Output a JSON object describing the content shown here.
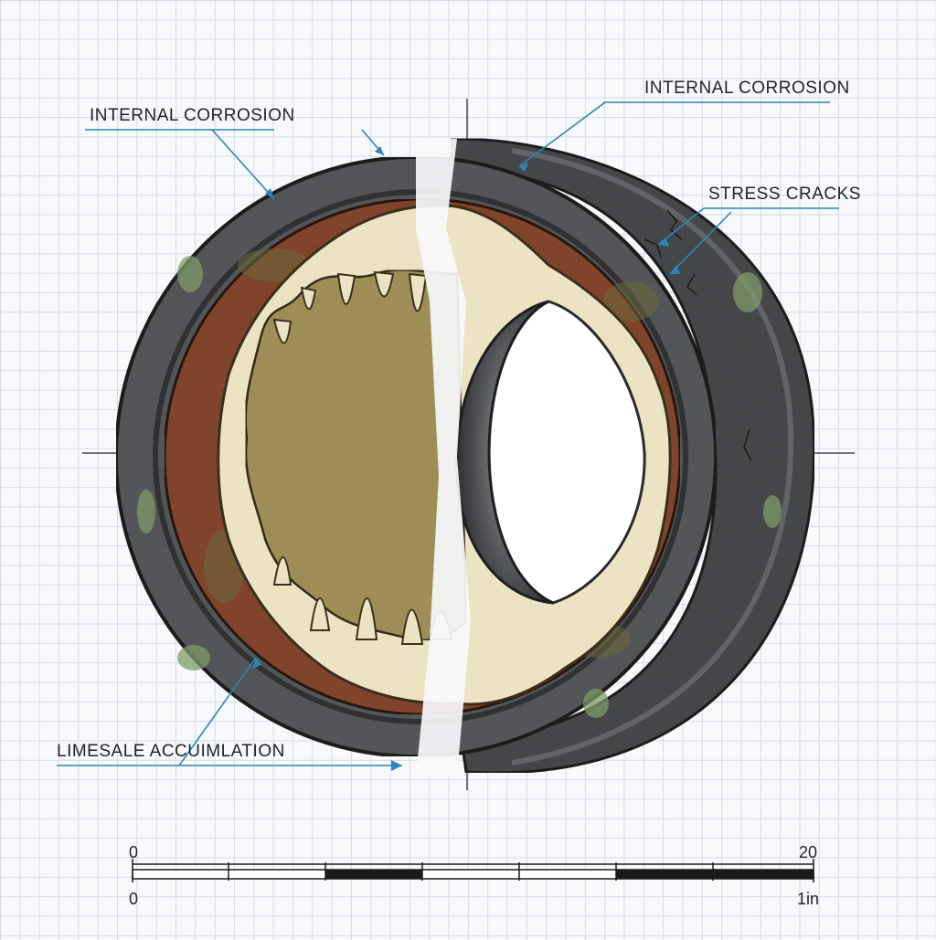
{
  "labels": {
    "internal_corrosion_left": "INTERNAL CORROSION",
    "internal_corrosion_right": "INTERNAL CORROSION",
    "stress_cracks": "STRESS CRACKS",
    "limescale": "LIMESALE ACCUIMLATION"
  },
  "scale": {
    "top_start": "0",
    "top_end": "20",
    "bottom_start": "0",
    "bottom_end": "1in"
  },
  "colors": {
    "pipe_wall": "#55585a",
    "rust": "#8a4a30",
    "limescale": "#ece3c2",
    "sediment": "#a99a5e",
    "callout": "#2a86b8"
  }
}
